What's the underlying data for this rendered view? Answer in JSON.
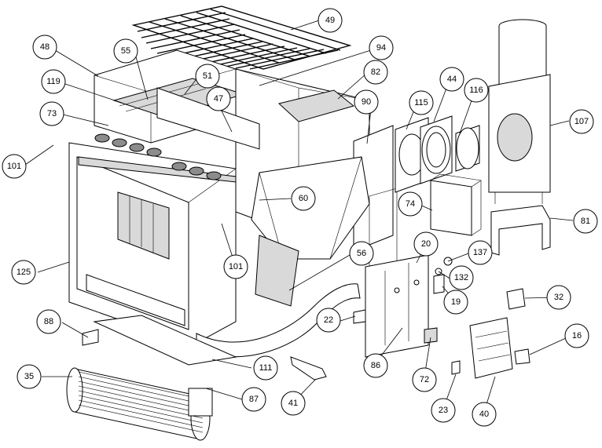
{
  "diagram": {
    "type": "exploded-parts-diagram",
    "colors": {
      "line": "#000000",
      "background": "#ffffff",
      "shade": "#d9d9d9",
      "dark": "#8c8c8c"
    },
    "callouts": [
      {
        "label": "49"
      },
      {
        "label": "48"
      },
      {
        "label": "55"
      },
      {
        "label": "94"
      },
      {
        "label": "119"
      },
      {
        "label": "51"
      },
      {
        "label": "82"
      },
      {
        "label": "47"
      },
      {
        "label": "44"
      },
      {
        "label": "116"
      },
      {
        "label": "115"
      },
      {
        "label": "90"
      },
      {
        "label": "73"
      },
      {
        "label": "107"
      },
      {
        "label": "101"
      },
      {
        "label": "60"
      },
      {
        "label": "74"
      },
      {
        "label": "81"
      },
      {
        "label": "56"
      },
      {
        "label": "20"
      },
      {
        "label": "137"
      },
      {
        "label": "101"
      },
      {
        "label": "125"
      },
      {
        "label": "132"
      },
      {
        "label": "32"
      },
      {
        "label": "19"
      },
      {
        "label": "88"
      },
      {
        "label": "22"
      },
      {
        "label": "16"
      },
      {
        "label": "111"
      },
      {
        "label": "86"
      },
      {
        "label": "35"
      },
      {
        "label": "72"
      },
      {
        "label": "87"
      },
      {
        "label": "41"
      },
      {
        "label": "23"
      },
      {
        "label": "40"
      }
    ]
  }
}
